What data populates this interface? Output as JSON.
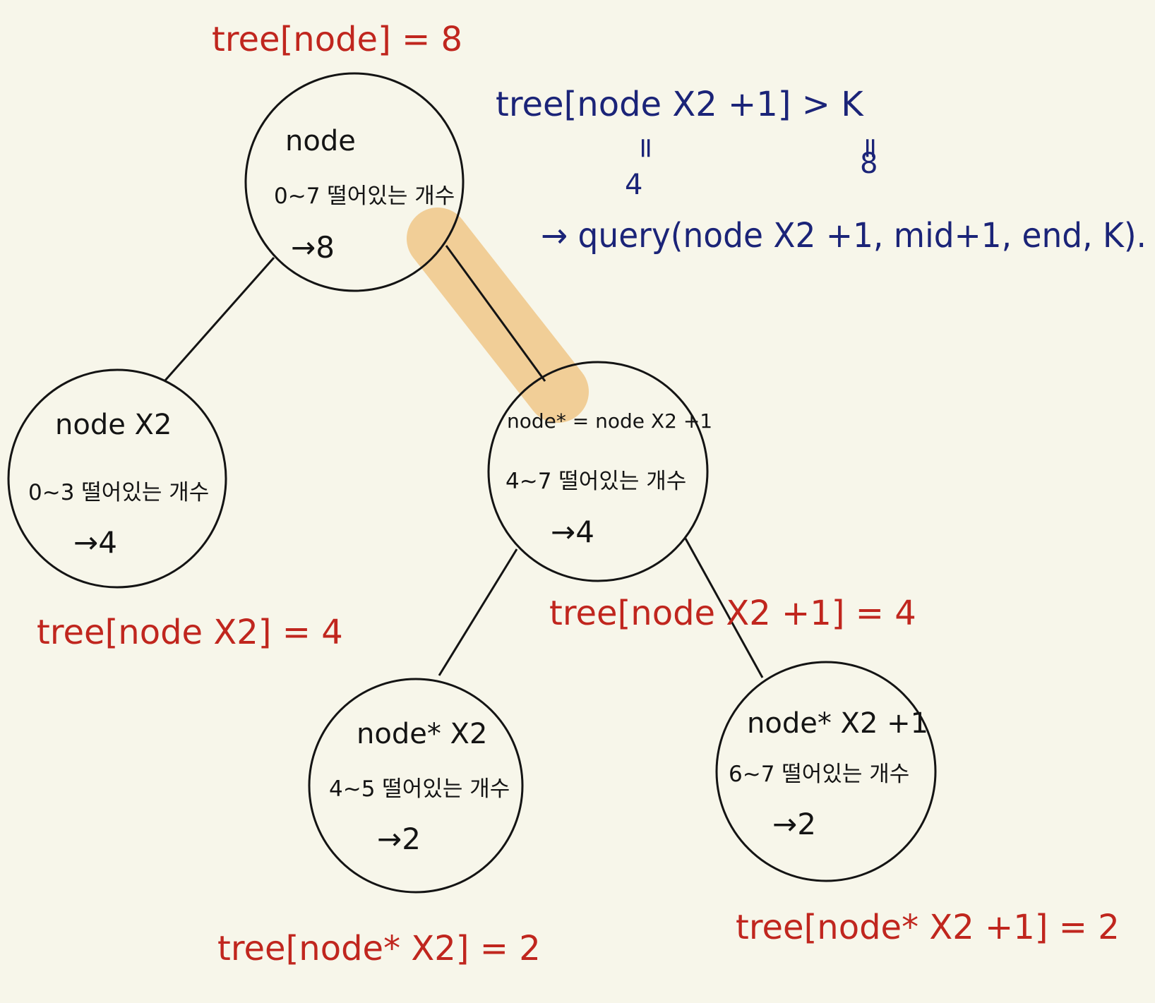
{
  "colors": {
    "background": "#f7f6ea",
    "ink": "#141414",
    "red_annotation": "#c0261e",
    "blue_annotation": "#1b2478",
    "highlight": "#f0c889"
  },
  "nodes": {
    "root": {
      "name": "node",
      "range": "0~7 떨어있는 개수",
      "count": "→8"
    },
    "left": {
      "name": "node X2",
      "range": "0~3 떨어있는 개수",
      "count": "→4"
    },
    "right": {
      "name": "node* = node X2 +1",
      "range": "4~7 떨어있는 개수",
      "count": "→4"
    },
    "right_left": {
      "name": "node* X2",
      "range": "4~5 떨어있는 개수",
      "count": "→2"
    },
    "right_right": {
      "name": "node* X2 +1",
      "range": "6~7 떨어있는 개수",
      "count": "→2"
    }
  },
  "red_labels": {
    "root": "tree[node] = 8",
    "left": "tree[node X2] = 4",
    "right": "tree[node X2 +1] = 4",
    "right_left": "tree[node* X2] = 2",
    "right_right": "tree[node* X2 +1] = 2"
  },
  "blue_note": {
    "condition": "tree[node X2 +1] > K",
    "left_eq": "=",
    "left_value": "4",
    "right_eq": "=",
    "right_value": "8",
    "action": "→ query(node X2 +1, mid+1, end, K)."
  }
}
